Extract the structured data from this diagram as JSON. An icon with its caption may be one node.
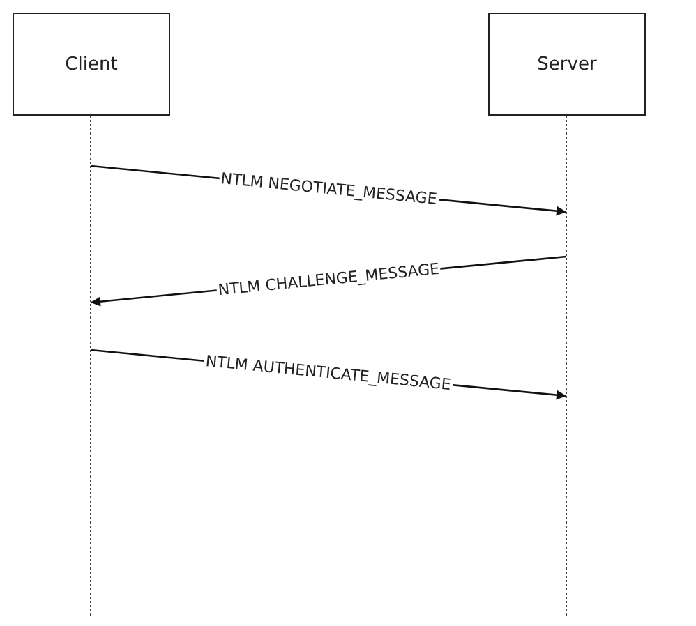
{
  "diagram": {
    "nodes": [
      {
        "text": [
          "Client"
        ]
      },
      {
        "text": [
          "Server"
        ]
      }
    ],
    "edges": [
      {
        "from": 0,
        "to": 1,
        "arrow": "to",
        "label": "NTLM NEGOTIATE_MESSAGE"
      },
      {
        "from": 1,
        "to": 0,
        "arrow": "to",
        "label": "NTLM CHALLENGE_MESSAGE"
      },
      {
        "from": 0,
        "to": 1,
        "arrow": "to",
        "label": "NTLM AUTHENTICATE_MESSAGE"
      }
    ]
  }
}
